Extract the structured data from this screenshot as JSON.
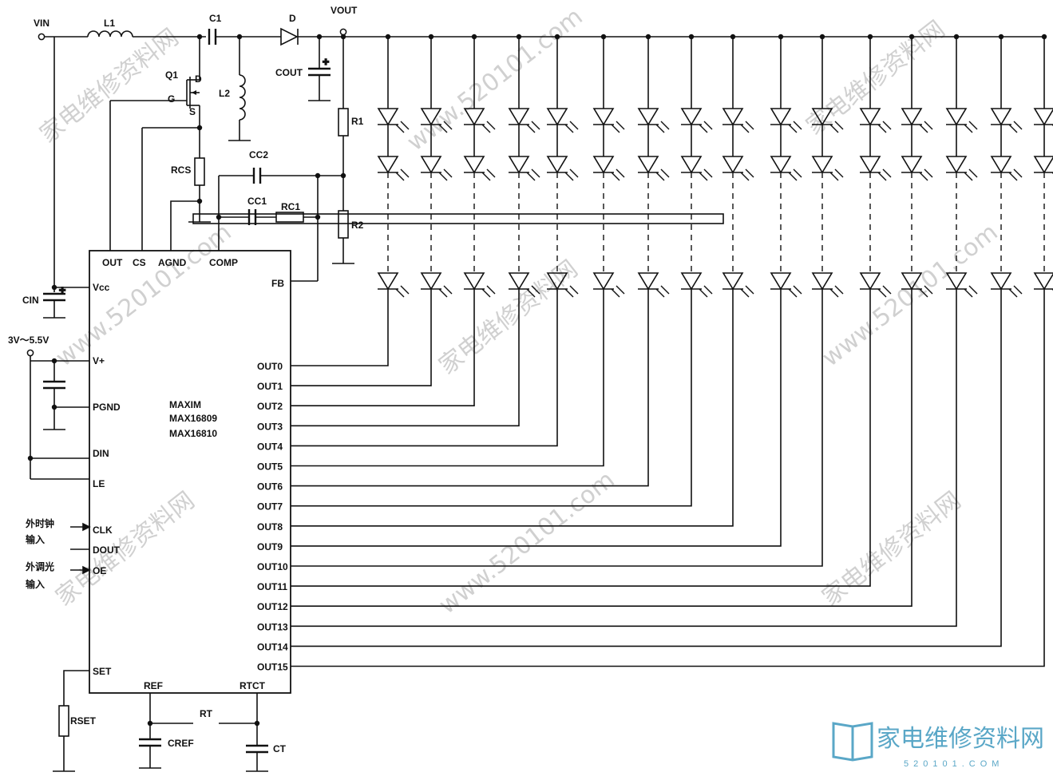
{
  "supply": {
    "vin": "VIN",
    "vout": "VOUT",
    "logic_supply": "3V～5.5V"
  },
  "components": {
    "L1": "L1",
    "C1": "C1",
    "D": "D",
    "Q1": "Q1",
    "L2": "L2",
    "COUT": "COUT",
    "R1": "R1",
    "R2": "R2",
    "RCS": "RCS",
    "CC2": "CC2",
    "CC1": "CC1",
    "RC1": "RC1",
    "CIN": "CIN",
    "RSET": "RSET",
    "RT": "RT",
    "CREF": "CREF",
    "CT": "CT"
  },
  "mosfet_pins": {
    "g": "G",
    "d": "D",
    "s": "S"
  },
  "chip": {
    "brand": "MAXIM",
    "part1": "MAX16809",
    "part2": "MAX16810"
  },
  "pins_top": [
    "OUT",
    "CS",
    "AGND",
    "COMP"
  ],
  "pins_left": {
    "vcc": "Vcc",
    "vplus": "V+",
    "pgnd": "PGND",
    "din": "DIN",
    "le": "LE",
    "clk": "CLK",
    "dout": "DOUT",
    "oe": "OE",
    "set": "SET"
  },
  "pin_fb": "FB",
  "pins_bottom": [
    "REF",
    "RTCT"
  ],
  "outputs": [
    "OUT0",
    "OUT1",
    "OUT2",
    "OUT3",
    "OUT4",
    "OUT5",
    "OUT6",
    "OUT7",
    "OUT8",
    "OUT9",
    "OUT10",
    "OUT11",
    "OUT12",
    "OUT13",
    "OUT14",
    "OUT15"
  ],
  "ext_clock": [
    "外时钟",
    "输入"
  ],
  "ext_dim": [
    "外调光",
    "输入"
  ],
  "watermark": {
    "cn": "家电维修资料网",
    "url": "www.520101.com"
  },
  "logo": {
    "text": "家电维修资料网",
    "sub": "520101.COM"
  }
}
